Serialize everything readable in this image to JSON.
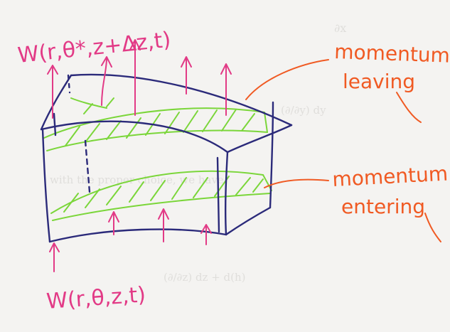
{
  "labels": {
    "top_flux": "W(r,θ*,z+Δz,t)",
    "bottom_flux": "W(r,θ,z,t)",
    "leaving_line1": "momentum",
    "leaving_line2": "leaving",
    "entering_line1": "momentum",
    "entering_line2": "entering"
  },
  "show_through_text": [
    "∂x",
    "(∂/∂y) dy",
    "with the proper choice, we have",
    "(∂/∂z) dz + d(h)"
  ],
  "colors": {
    "paper": "#f4f3f1",
    "box_outline": "#2b2a7a",
    "green_layer": "#7bd63a",
    "pink_ink": "#e23a86",
    "orange_ink": "#f05a23",
    "ghost_text": "#cfcdca"
  }
}
